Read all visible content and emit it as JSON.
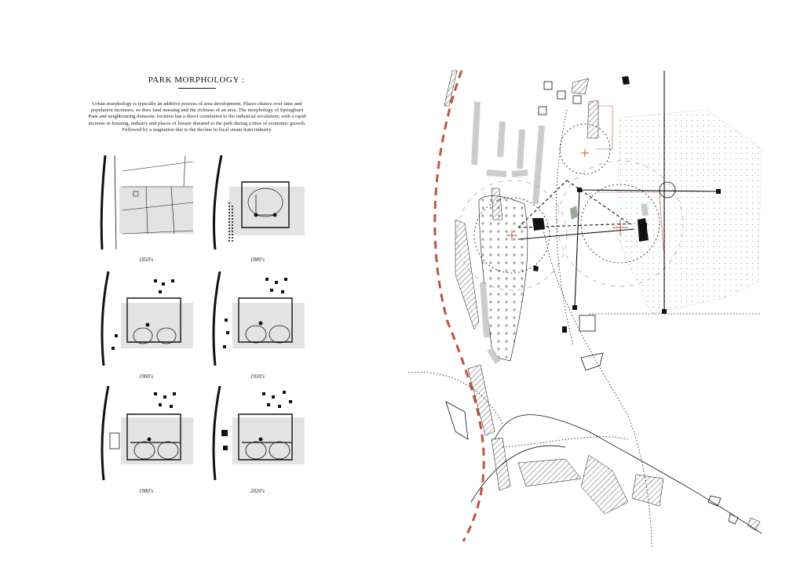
{
  "panel": {
    "title": "PARK MORPHOLOGY :",
    "intro": "Urban morphology is typically an additive process of area development. Places chance over time and population increases, so does land massing and the richness of an area. The morphology of Springburn Park and neighbouring domestic location has a direct correlation to the industrial revolution; with a rapid increase in housing, industry and places of leisure donated to the park during a time of economic growth. Followed by a stagnation due to the decline in local steam train industry."
  },
  "maps": [
    {
      "caption": "1850's"
    },
    {
      "caption": "1880's"
    },
    {
      "caption": "1900's"
    },
    {
      "caption": "1930's"
    },
    {
      "caption": "1980's"
    },
    {
      "caption": "2020's"
    }
  ],
  "colors": {
    "ink": "#111111",
    "park_fill": "#e3e3e3",
    "strip_grey": "#cccccc",
    "railway_red": "#c0533a",
    "green": "#9aa79a"
  }
}
